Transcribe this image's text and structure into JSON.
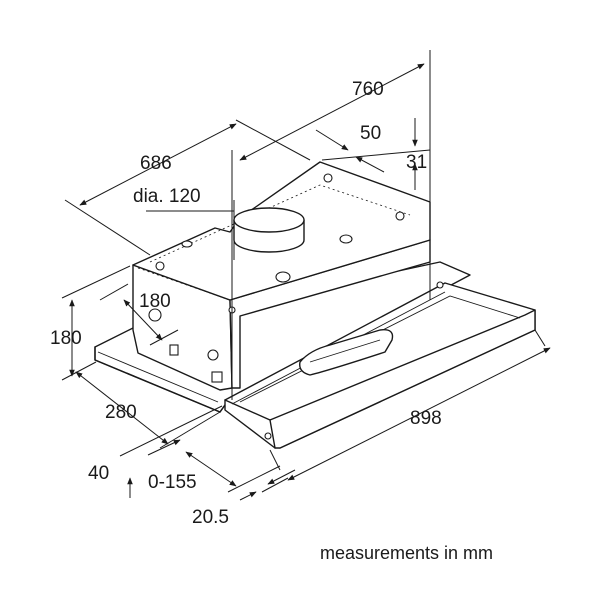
{
  "diagram": {
    "labels": {
      "width_overall": "760",
      "duct_offset": "50",
      "top_clearance": "31",
      "depth_body": "686",
      "duct_diameter": "dia. 120",
      "inner_height": "180",
      "height": "180",
      "depth": "280",
      "front_strip": "40",
      "extension": "0-155",
      "front_thickness": "20.5",
      "visor_width": "898"
    },
    "note": "measurements in mm"
  }
}
